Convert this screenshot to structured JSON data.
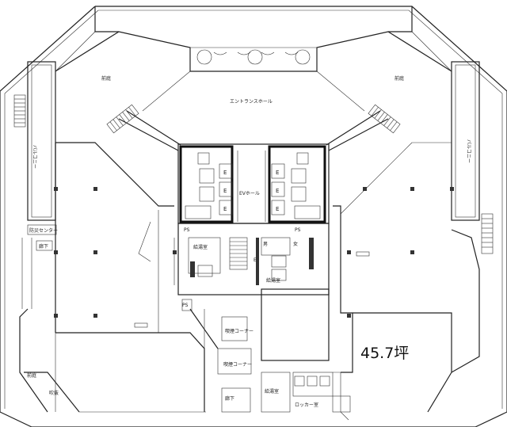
{
  "labels": {
    "area": "45.7坪",
    "entrance_hall": "エントランスホール",
    "ev_hall": "EVホール",
    "ev": "E",
    "ps": "PS",
    "wc_m": "男",
    "wc_f": "女",
    "tearoom": "給湯室",
    "locker": "ロッカー室",
    "corridor": "廊下",
    "balcony_left": "バルコニー",
    "balcony_right": "バルコニー",
    "pit_left": "前庭",
    "pit_right": "前庭",
    "disaster_center": "防災センター",
    "smoking": "喫煙コーナー",
    "shelf": "吹抜"
  }
}
